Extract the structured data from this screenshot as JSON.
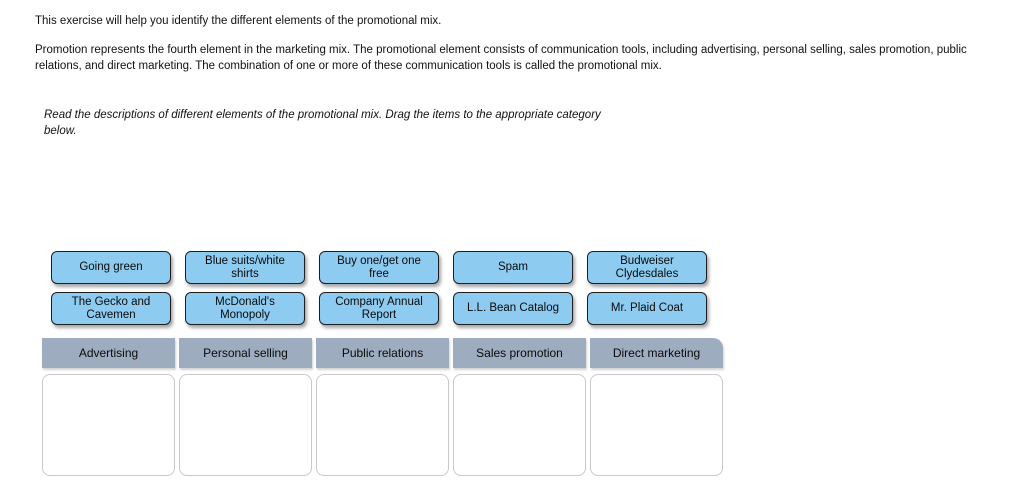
{
  "intro": {
    "line1": "This exercise will help you identify the different elements of the promotional mix.",
    "line2": "Promotion represents the fourth element in the marketing mix. The promotional element consists of communication tools, including advertising, personal selling, sales promotion, public relations, and direct marketing. The combination of one or more of these communication tools is called the promotional mix.",
    "instructions": "Read the descriptions of different elements of the promotional mix. Drag the items to the appropriate category below."
  },
  "items": {
    "row1": [
      "Going green",
      "Blue suits/white shirts",
      "Buy one/get one free",
      "Spam",
      "Budweiser Clydesdales"
    ],
    "row2": [
      "The Gecko and Cavemen",
      "McDonald's Monopoly",
      "Company Annual Report",
      "L.L. Bean Catalog",
      "Mr. Plaid Coat"
    ]
  },
  "categories": [
    "Advertising",
    "Personal selling",
    "Public relations",
    "Sales promotion",
    "Direct marketing"
  ],
  "colors": {
    "item_fill": "#8DCBF0",
    "item_border": "#1E1E1E",
    "category_fill": "#9DACBE",
    "dropzone_border": "#C9C9C9",
    "text": "#111111"
  }
}
